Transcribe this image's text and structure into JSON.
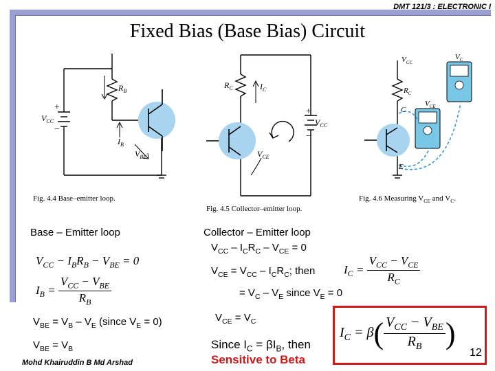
{
  "header": {
    "course": "DMT 121/3 : ELECTRONIC I",
    "title": "Fixed Bias (Base Bias) Circuit"
  },
  "figures": {
    "fig44": "Fig. 4.4   Base–emitter loop.",
    "fig45": "Fig. 4.5   Collector–emitter loop.",
    "fig46": "Fig. 4.6   Measuring V",
    "fig46_sub": "CE",
    "fig46_tail": " and V",
    "fig46_sub2": "C",
    "fig46_end": ".",
    "labels": {
      "vcc": "V",
      "vcc_sub": "CC",
      "rb": "R",
      "rb_sub": "B",
      "ib": "I",
      "ib_sub": "B",
      "vbe": "V",
      "vbe_sub": "BE",
      "rc": "R",
      "rc_sub": "C",
      "ic": "I",
      "ic_sub": "C",
      "vce": "V",
      "vce_sub": "CE",
      "c": "C",
      "e": "E",
      "vc": "V",
      "vc_sub": "C",
      "plus": "+",
      "minus": "−"
    }
  },
  "left": {
    "heading": "Base – Emitter loop",
    "eq1": {
      "vcc": "V",
      "vcc_sub": "CC",
      "minus1": " − I",
      "ib_sub": "B",
      "rb": "R",
      "rb_sub": "B",
      "minus2": " − V",
      "vbe_sub": "BE",
      "rest": " = 0"
    },
    "eq2": {
      "ib": "I",
      "ib_sub": "B",
      "eq": " = ",
      "num_a": "V",
      "num_a_sub": "CC",
      "num_mid": " − V",
      "num_b_sub": "BE",
      "den": "R",
      "den_sub": "B"
    },
    "line3": {
      "a": "V",
      "a_sub": "BE",
      "b": " = V",
      "b_sub": "B",
      "c": " – V",
      "c_sub": "E",
      "d": " (since V",
      "d_sub": "E",
      "e": " = 0)"
    },
    "line4": {
      "a": "V",
      "a_sub": "BE",
      "b": " = V",
      "b_sub": "B"
    }
  },
  "right": {
    "heading": "Collector – Emitter loop",
    "l1": {
      "a": "V",
      "a_sub": "CC",
      "b": " – I",
      "b_sub": "C",
      "c": "R",
      "c_sub": "C",
      "d": " – V",
      "d_sub": "CE",
      "e": " = 0"
    },
    "l2": {
      "a": "V",
      "a_sub": "CE",
      "b": " = V",
      "b_sub": "CC",
      "c": " – I",
      "c_sub": "C",
      "d": "R",
      "d_sub": "C",
      "e": "; then"
    },
    "l3": {
      "a": "= V",
      "a_sub": "C",
      "b": " – V",
      "b_sub": "E",
      "c": " since V",
      "c_sub": "E",
      "d": " = 0"
    },
    "l4": {
      "a": "V",
      "a_sub": "CE",
      "b": " = V",
      "b_sub": "C"
    },
    "l5": {
      "a": "Since I",
      "a_sub": "C",
      "b": " = ",
      "beta": "β",
      "c": "I",
      "c_sub": "B",
      "d": ", then"
    },
    "sensitive": "Sensitive to Beta",
    "eq_ic": {
      "a": "I",
      "a_sub": "C",
      "eq": " = ",
      "num_a": "V",
      "num_a_sub": "CC",
      "num_mid": " − V",
      "num_b_sub": "CE",
      "den": "R",
      "den_sub": "C"
    },
    "eq_box": {
      "a": "I",
      "a_sub": "C",
      "eq": " = ",
      "beta": "β",
      "lp": "(",
      "rp": ")",
      "num_a": "V",
      "num_a_sub": "CC",
      "num_mid": " − V",
      "num_b_sub": "BE",
      "den": "R",
      "den_sub": "B"
    }
  },
  "footer": {
    "author": "Mohd Khairuddin B Md Arshad",
    "page": "12"
  },
  "colors": {
    "frame": "#9aa0cf",
    "transistor": "#a9d4f0",
    "meter": "#79c7e6",
    "highlight": "#d01818",
    "arrow": "#2a92d6"
  }
}
